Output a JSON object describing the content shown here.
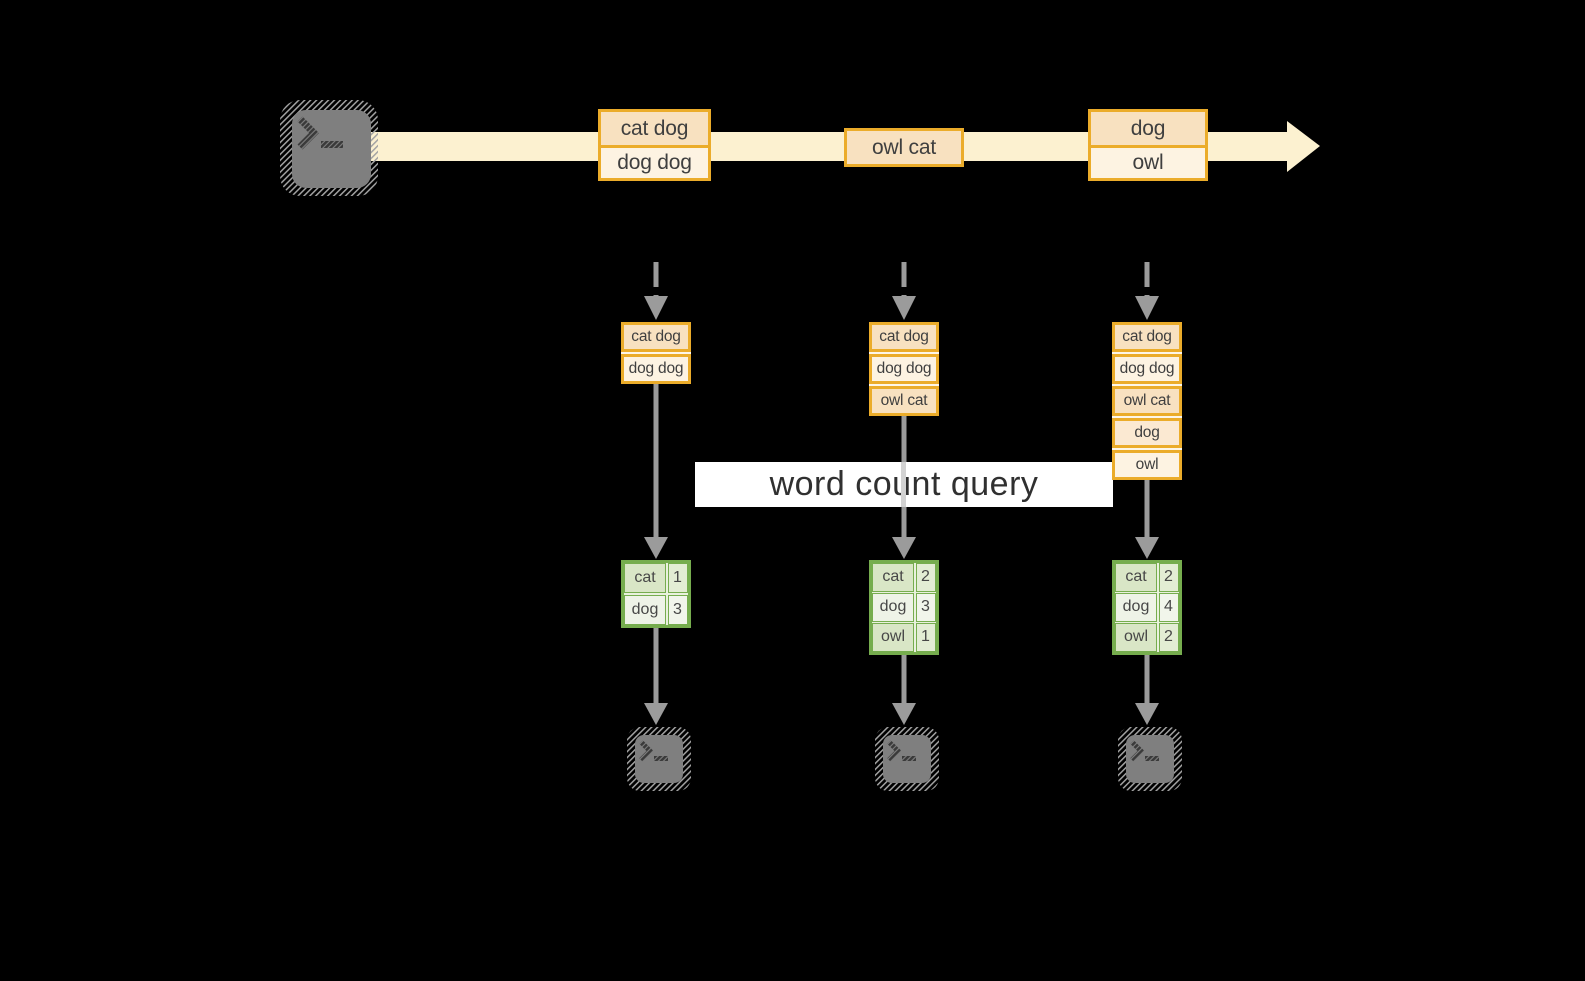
{
  "query_label": "word count query",
  "timeline": {
    "batches": [
      {
        "items": [
          {
            "text": "cat dog",
            "tone": "peach"
          },
          {
            "text": "dog dog",
            "tone": "cream"
          }
        ]
      },
      {
        "items": [
          {
            "text": "owl cat",
            "tone": "peach"
          }
        ]
      },
      {
        "items": [
          {
            "text": "dog",
            "tone": "peach"
          },
          {
            "text": "owl",
            "tone": "cream"
          }
        ]
      }
    ]
  },
  "states": [
    {
      "items": [
        "cat dog",
        "dog dog"
      ]
    },
    {
      "items": [
        "cat dog",
        "dog dog",
        "owl cat"
      ]
    },
    {
      "items": [
        "cat dog",
        "dog dog",
        "owl cat",
        "dog",
        "owl"
      ]
    }
  ],
  "tables": [
    {
      "rows": [
        {
          "word": "cat",
          "count": "1"
        },
        {
          "word": "dog",
          "count": "3"
        }
      ]
    },
    {
      "rows": [
        {
          "word": "cat",
          "count": "2"
        },
        {
          "word": "dog",
          "count": "3"
        },
        {
          "word": "owl",
          "count": "1"
        }
      ]
    },
    {
      "rows": [
        {
          "word": "cat",
          "count": "2"
        },
        {
          "word": "dog",
          "count": "4"
        },
        {
          "word": "owl",
          "count": "2"
        }
      ]
    }
  ],
  "icons": {
    "source": "terminal-icon",
    "sinks": [
      "terminal-icon",
      "terminal-icon",
      "terminal-icon"
    ]
  },
  "colors": {
    "timeline_band": "#fcf1d0",
    "box_border": "#ebac2a",
    "cell_peach": "#f8e1c0",
    "cell_cream": "#fdf3e2",
    "table_border": "#76ad4e",
    "arrow_gray": "#9b9b9b",
    "terminal_gray": "#7f7f7f",
    "banner_bg": "#ffffff"
  }
}
